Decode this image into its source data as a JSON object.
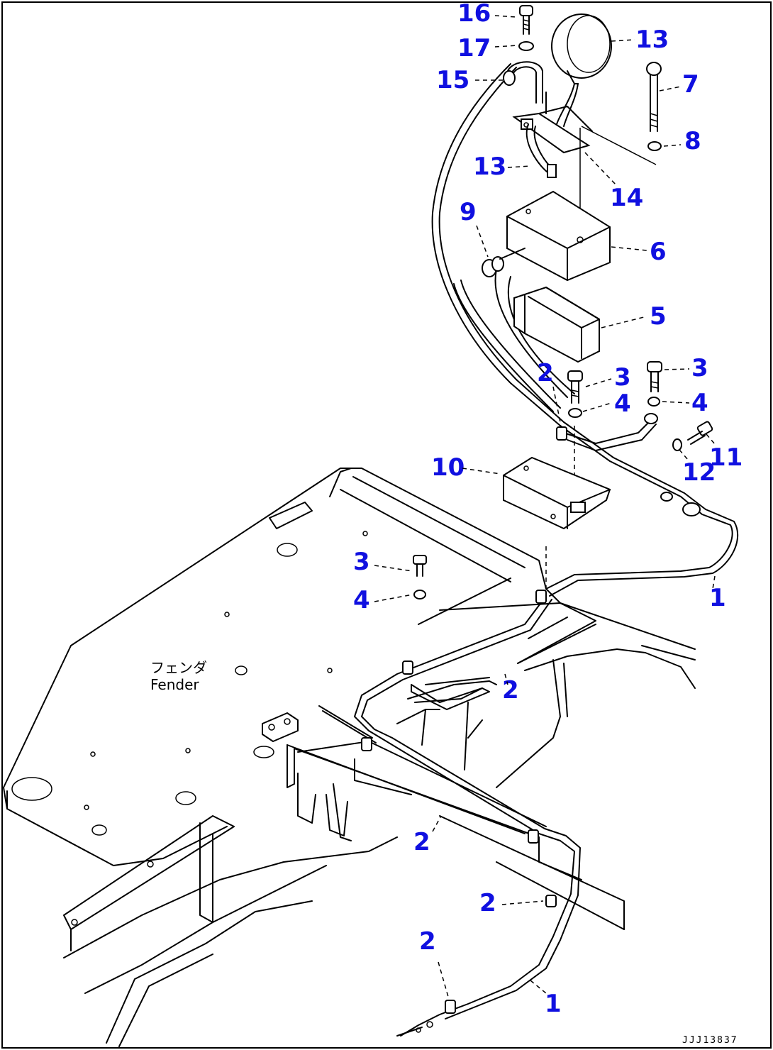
{
  "diagram": {
    "fender_label_jp": "フェンダ",
    "fender_label_en": "Fender",
    "drawing_code": "JJJ13837",
    "callouts": {
      "c16": "16",
      "c17": "17",
      "c15": "15",
      "c13a": "13",
      "c7": "7",
      "c8": "8",
      "c13b": "13",
      "c14": "14",
      "c9": "9",
      "c6": "6",
      "c5": "5",
      "c2a": "2",
      "c3a": "3",
      "c3b": "3",
      "c4a": "4",
      "c4b": "4",
      "c11": "11",
      "c12": "12",
      "c10": "10",
      "c3c": "3",
      "c4c": "4",
      "c1a": "1",
      "c2b": "2",
      "c2c": "2",
      "c2d": "2",
      "c2e": "2",
      "c1b": "1"
    }
  }
}
